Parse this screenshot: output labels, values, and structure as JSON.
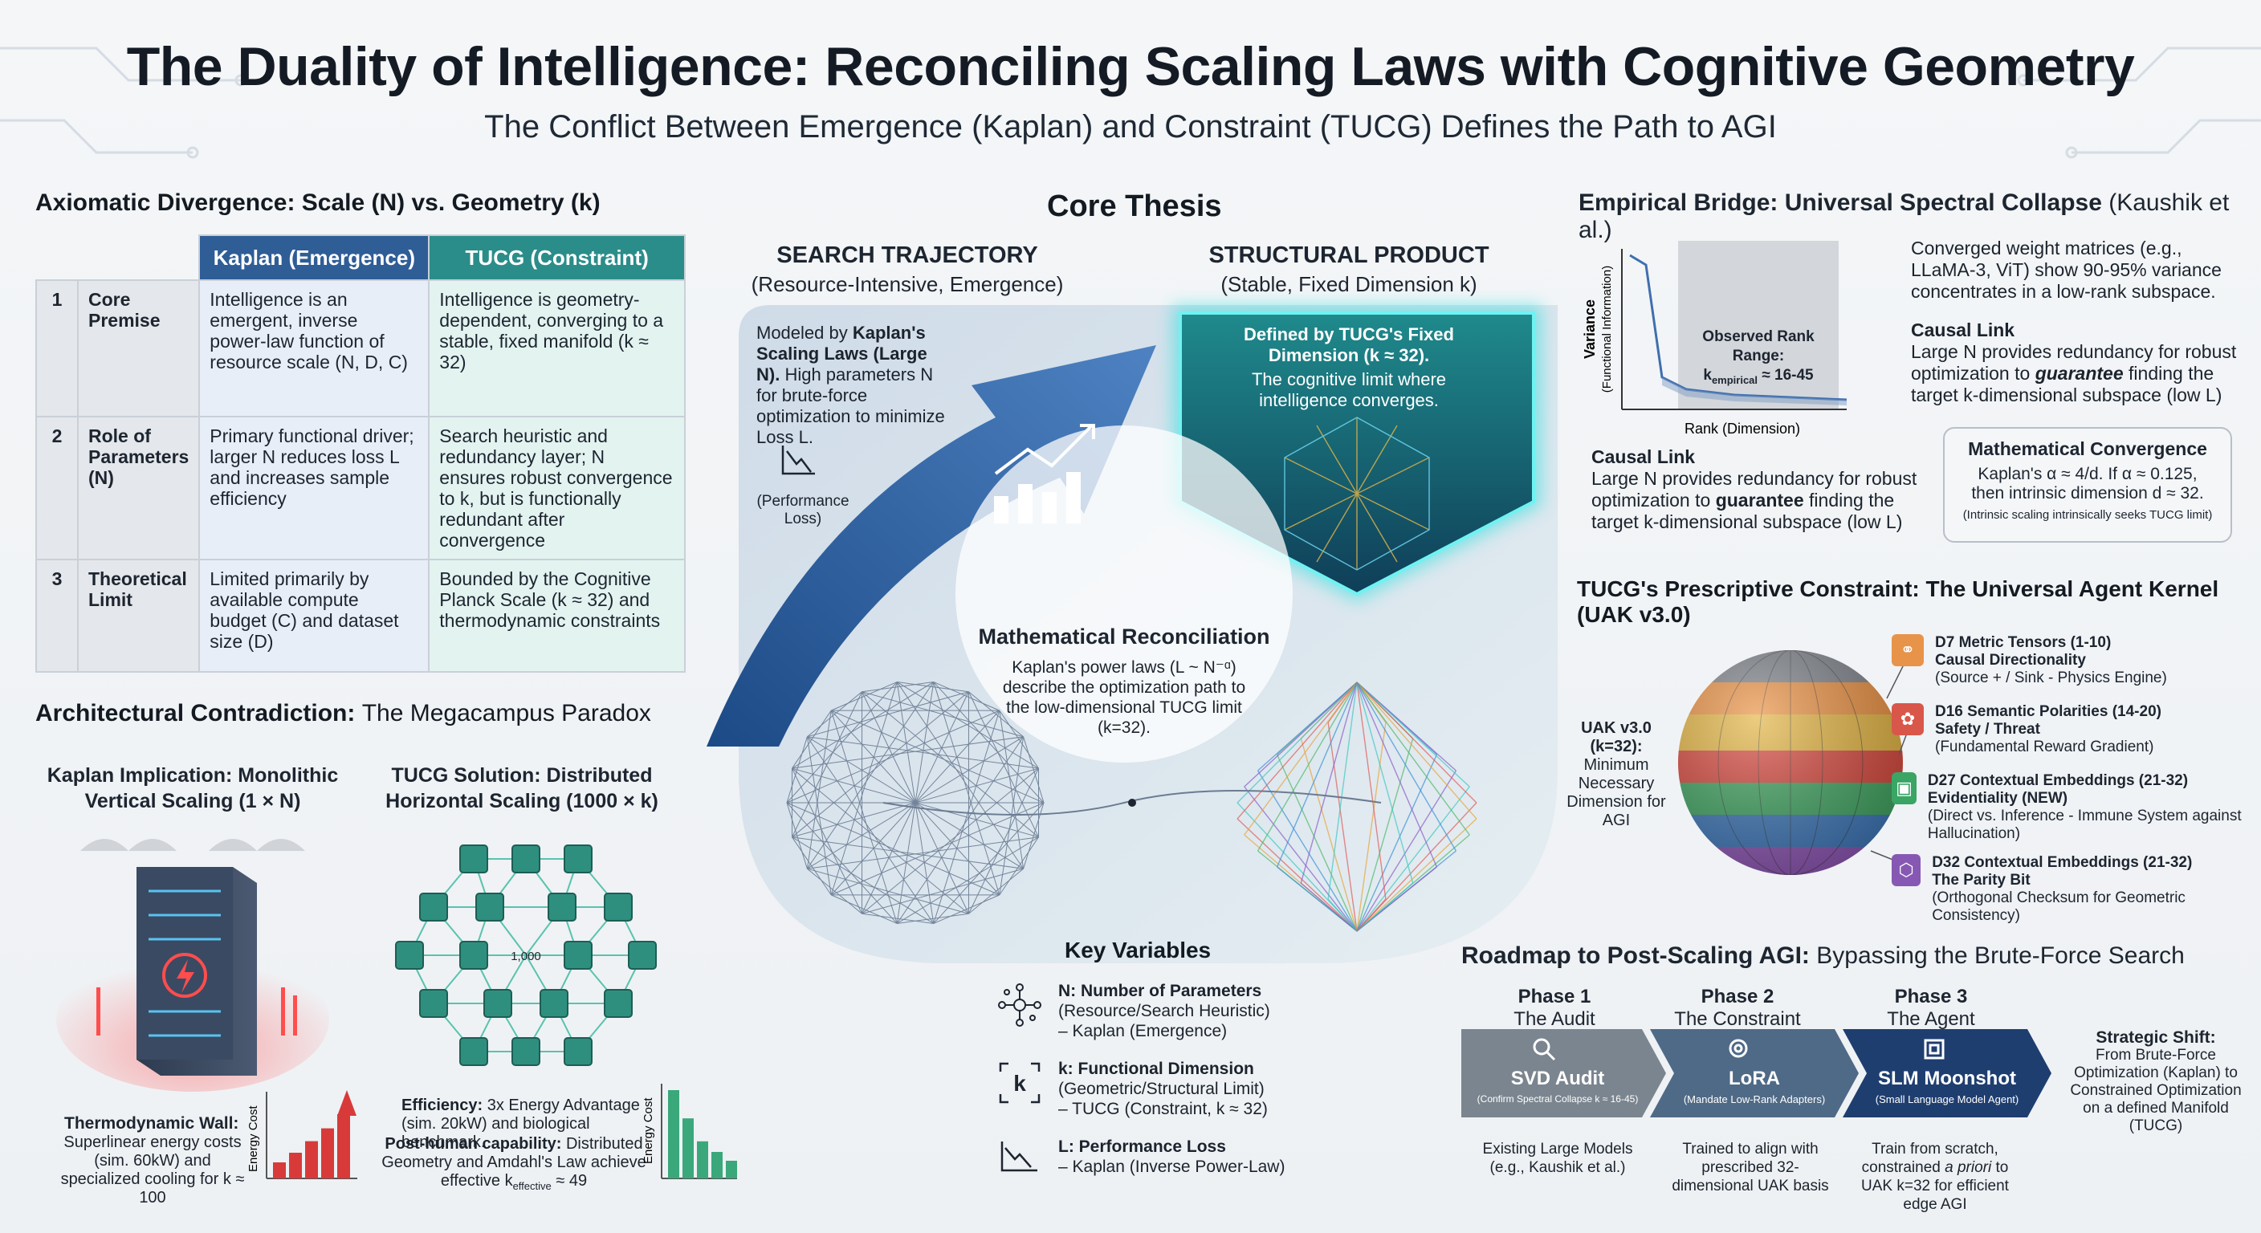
{
  "header": {
    "title": "The Duality of Intelligence: Reconciling Scaling Laws with Cognitive Geometry",
    "subtitle": "The Conflict Between Emergence (Kaplan) and Constraint (TUCG) Defines the Path to AGI"
  },
  "axiomatic": {
    "heading": "Axiomatic Divergence: Scale (N) vs. Geometry (k)",
    "col_kaplan": "Kaplan (Emergence)",
    "col_tucg": "TUCG (Constraint)",
    "rows": [
      {
        "idx": "1",
        "label": "Core Premise",
        "kaplan": "Intelligence is an emergent, inverse power-law function of resource scale (N, D, C)",
        "tucg": "Intelligence is geometry-dependent, converging to a stable, fixed manifold (k ≈ 32)"
      },
      {
        "idx": "2",
        "label": "Role of Parameters (N)",
        "kaplan": "Primary functional driver; larger N reduces loss L and increases sample efficiency",
        "tucg": "Search heuristic and redundancy layer; N ensures robust convergence to k, but is functionally redundant after convergence"
      },
      {
        "idx": "3",
        "label": "Theoretical Limit",
        "kaplan": "Limited primarily by available compute budget (C) and dataset size (D)",
        "tucg": "Bounded by the Cognitive Planck Scale (k ≈ 32) and thermodynamic constraints"
      }
    ]
  },
  "architectural": {
    "heading_bold": "Architectural Contradiction:",
    "heading_rest": "The Megacampus Paradox",
    "left_title_1": "Kaplan Implication: Monolithic",
    "left_title_2": "Vertical Scaling (1 × N)",
    "right_title_1": "TUCG Solution: Distributed",
    "right_title_2": "Horizontal Scaling (1000 × k)",
    "center_node": "1,000",
    "wall_title": "Thermodynamic Wall:",
    "wall_text": "Superlinear energy costs (sim. 60kW) and specialized cooling for k ≈ 100",
    "energy_label": "Energy Cost",
    "eff_title": "Efficiency:",
    "eff_text": "3x Energy Advantage (sim. 20kW) and biological benchmark.",
    "post_title": "Post-human capability:",
    "post_text": "Distributed Geometry and Amdahl's Law achieve effective k",
    "post_sub": "effective",
    "post_val": "≈ 49",
    "left_bars": [
      0.25,
      0.4,
      0.58,
      0.78,
      1.0
    ],
    "right_bars": [
      1.0,
      0.68,
      0.42,
      0.3,
      0.2
    ]
  },
  "thesis": {
    "heading": "Core Thesis",
    "search_title": "SEARCH TRAJECTORY",
    "search_sub": "(Resource-Intensive, Emergence)",
    "search_body_1": "Modeled by",
    "search_body_b": "Kaplan's Scaling Laws (Large N).",
    "search_body_2": "High parameters N for brute-force optimization to minimize Loss L.",
    "perf_label": "(Performance Loss)",
    "struct_title": "STRUCTURAL PRODUCT",
    "struct_sub": "(Stable, Fixed Dimension k)",
    "struct_body_b": "Defined by TUCG's Fixed Dimension (k ≈ 32).",
    "struct_body": "The cognitive limit where intelligence converges.",
    "recon_title": "Mathematical Reconciliation",
    "recon_body": "Kaplan's power laws (L ~ N⁻ᵅ) describe the optimization path to the low-dimensional TUCG limit (k=32)."
  },
  "variables": {
    "heading": "Key Variables",
    "items": [
      {
        "icon": "network-icon",
        "title": "N: Number of Parameters",
        "line1": "(Resource/Search Heuristic)",
        "line2": "– Kaplan (Emergence)"
      },
      {
        "icon": "k-dimension-icon",
        "title": "k: Functional Dimension",
        "line1": "(Geometric/Structural Limit)",
        "line2": "– TUCG (Constraint, k ≈ 32)"
      },
      {
        "icon": "loss-curve-icon",
        "title": "L: Performance Loss",
        "line1": "– Kaplan (Inverse Power-Law)",
        "line2": ""
      }
    ]
  },
  "empirical": {
    "heading_bold": "Empirical Bridge: Universal Spectral Collapse",
    "heading_rest": "(Kaushik et al.)",
    "y_label": "Variance",
    "y_label2": "(Functional Information)",
    "x_label": "Rank (Dimension)",
    "range_title": "Observed Rank Range:",
    "range_k": "k",
    "range_sub": "empirical",
    "range_val": "≈ 16-45",
    "converged": "Converged weight matrices (e.g., LLaMA-3, ViT) show 90-95% variance concentrates in a low-rank subspace.",
    "causal_title": "Causal Link",
    "causal_1": "Large N provides redundancy for robust optimization to",
    "causal_em": "guarantee",
    "causal_2": "finding the target k-dimensional subspace (low L)",
    "causal_b_title": "Causal Link",
    "causal_b_1": "Large N provides redundancy for robust optimization to",
    "causal_b_b": "guarantee",
    "causal_b_2": "finding the target k-dimensional subspace (low L)",
    "conv_title": "Mathematical Convergence",
    "conv_1": "Kaplan's α ≈ 4/d. If α ≈ 0.125,",
    "conv_2": "then intrinsic dimension d ≈ 32.",
    "conv_note": "(Intrinsic scaling intrinsically seeks TUCG limit)"
  },
  "uak": {
    "heading": "TUCG's Prescriptive Constraint: The Universal Agent Kernel (UAK v3.0)",
    "left_1": "UAK v3.0",
    "left_2": "(k=32):",
    "left_3": "Minimum Necessary Dimension for AGI",
    "layers": [
      {
        "icon": "share-icon",
        "color": "#e8934a",
        "t1": "D7 Metric Tensors (1-10)",
        "t2": "Causal Directionality",
        "t3": "(Source + / Sink - Physics Engine)"
      },
      {
        "icon": "brain-icon",
        "color": "#d9574a",
        "t1": "D16 Semantic Polarities (14-20)",
        "t2": "Safety / Threat",
        "t3": "(Fundamental Reward Gradient)"
      },
      {
        "icon": "chip-icon",
        "color": "#3aa565",
        "t1": "D27 Contextual Embeddings (21-32)",
        "t2": "Evidentiality (NEW)",
        "t3": "(Direct vs. Inference - Immune System against Hallucination)"
      },
      {
        "icon": "cube-icon",
        "color": "#8658b3",
        "t1": "D32 Contextual Embeddings (21-32)",
        "t2": "The Parity Bit",
        "t3": "(Orthogonal Checksum for Geometric Consistency)"
      }
    ]
  },
  "roadmap": {
    "heading_bold": "Roadmap to Post-Scaling AGI:",
    "heading_rest": "Bypassing the Brute-Force Search",
    "phases": [
      {
        "phase": "Phase 1",
        "name": "The Audit",
        "icon": "magnifier-icon",
        "label": "SVD Audit",
        "sub": "(Confirm Spectral Collapse k ≈ 16-45)",
        "desc": "Existing Large Models (e.g., Kaushik et al.)"
      },
      {
        "phase": "Phase 2",
        "name": "The Constraint",
        "icon": "gear-icon",
        "label": "LoRA",
        "sub": "(Mandate Low-Rank Adapters)",
        "desc": "Trained to align with prescribed 32-dimensional UAK basis"
      },
      {
        "phase": "Phase 3",
        "name": "The Agent",
        "icon": "chip-icon",
        "label": "SLM Moonshot",
        "sub": "(Small Language Model Agent)",
        "desc_1": "Train from scratch, constrained",
        "desc_em": "a priori",
        "desc_2": "to UAK k=32 for efficient edge AGI"
      }
    ],
    "shift_title": "Strategic Shift:",
    "shift_text": "From Brute-Force Optimization (Kaplan) to Constrained Optimization on a defined Manifold (TUCG)"
  }
}
